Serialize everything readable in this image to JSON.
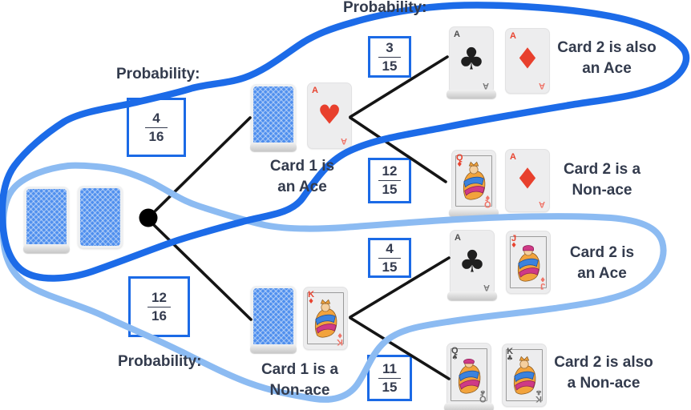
{
  "title": "Two-draw card probability tree",
  "colors": {
    "loop_dark": "#1c6be8",
    "loop_light": "#8cbbf2",
    "box_border": "#1b6ae6",
    "text": "#333b4d",
    "suit_red": "#e8402d",
    "suit_black": "#1f1f1f",
    "branch_line": "#151515"
  },
  "labels": {
    "probability_top": "Probability:",
    "probability_left": "Probability:",
    "probability_bottom": "Probability:"
  },
  "fractions": {
    "ace_first": {
      "numerator": "4",
      "denominator": "16"
    },
    "ace_ace": {
      "numerator": "3",
      "denominator": "15"
    },
    "ace_nonace": {
      "numerator": "12",
      "denominator": "15"
    },
    "nonace_first": {
      "numerator": "12",
      "denominator": "16"
    },
    "nonace_ace": {
      "numerator": "4",
      "denominator": "15"
    },
    "nonace_nonace": {
      "numerator": "11",
      "denominator": "15"
    }
  },
  "captions": {
    "card1_ace": {
      "line1": "Card 1 is",
      "line2": "an Ace"
    },
    "card1_nonace": {
      "line1": "Card 1 is a",
      "line2": "Non-ace"
    },
    "card2_also_ace": {
      "line1": "Card 2 is also",
      "line2": "an Ace"
    },
    "card2_nonace": {
      "line1": "Card 2 is a",
      "line2": "Non-ace"
    },
    "card2_ace": {
      "line1": "Card 2 is",
      "line2": "an Ace"
    },
    "card2_also_nonace": {
      "line1": "Card 2 is also",
      "line2": "a Non-ace"
    }
  },
  "cards": {
    "ah": {
      "rank": "A",
      "suit": "♥"
    },
    "ac": {
      "rank": "A",
      "suit": "♣"
    },
    "ad": {
      "rank": "A",
      "suit": "♦"
    },
    "qd": {
      "rank": "Q",
      "suit": "♦"
    },
    "kd": {
      "rank": "K",
      "suit": "♦"
    },
    "jd": {
      "rank": "J",
      "suit": "♦"
    },
    "qs": {
      "rank": "Q",
      "suit": "♠"
    },
    "kc": {
      "rank": "K",
      "suit": "♣"
    }
  }
}
